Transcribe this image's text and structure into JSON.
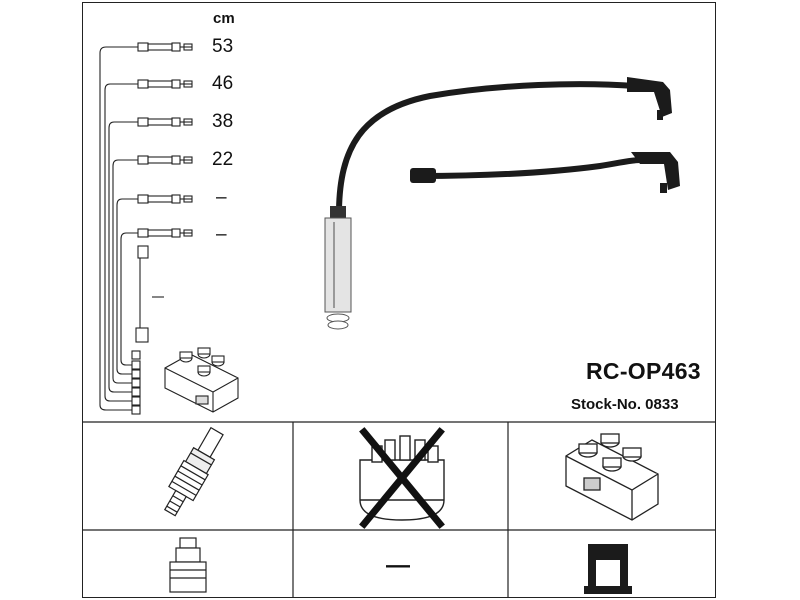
{
  "lengths": {
    "unit": "cm",
    "rows": [
      "53",
      "46",
      "38",
      "22",
      "–",
      "–"
    ]
  },
  "product": {
    "model": "RC-OP463",
    "stock": "Stock-No. 0833"
  },
  "legend": {
    "dash_symbol": "—"
  }
}
